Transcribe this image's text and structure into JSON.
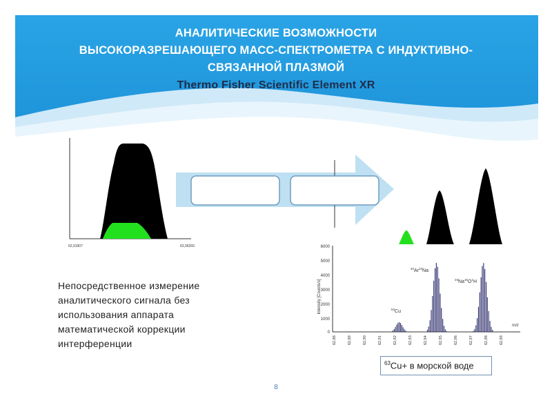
{
  "slide": {
    "title_lines": [
      "АНАЛИТИЧЕСКИЕ ВОЗМОЖНОСТИ",
      "ВЫСОКОРАЗРЕШАЮЩЕГО МАСС-СПЕКТРОМЕТРА С ИНДУКТИВНО-",
      "СВЯЗАННОЙ ПЛАЗМОЙ"
    ],
    "subtitle": "Thermo Fisher Scientific Element XR",
    "note": "Непосредственное измерение аналитического сигнала без использования аппарата математической коррекции интерференции",
    "caption_sup": "63",
    "caption_text": "Cu+ в морской воде",
    "page_number": "8"
  },
  "left_plot": {
    "x_start": "62,91907",
    "x_end": "63,06260"
  },
  "spectrum": {
    "y_ticks": [
      "6000",
      "5000",
      "4000",
      "3000",
      "2000",
      "1000",
      "0"
    ],
    "y_label": "Intensity [Counts/s]",
    "x_label": "m/z",
    "x_ticks": [
      "62,88",
      "62,89",
      "62,90",
      "62,91",
      "62,92",
      "62,93",
      "62,94",
      "62,95",
      "62,96",
      "62,97",
      "62,98",
      "62,99"
    ],
    "labels": {
      "cu_sup": "63",
      "cu": "Cu",
      "arna_sup1": "40",
      "arna_a": "Ar",
      "arna_sup2": "23",
      "arna_b": "Na",
      "nao_sup1": "23",
      "nao_a": "Na",
      "nao_sup2": "16",
      "nao_b": "O",
      "nao_sup3": "1",
      "nao_c": "H"
    }
  },
  "colors": {
    "header_blue": "#2b9fe0",
    "wave_light": "#bfe3f7",
    "peak_black": "#000000",
    "peak_green": "#22e01e",
    "arrow": "#bfe0f2",
    "bar": "#2b2c6b"
  }
}
